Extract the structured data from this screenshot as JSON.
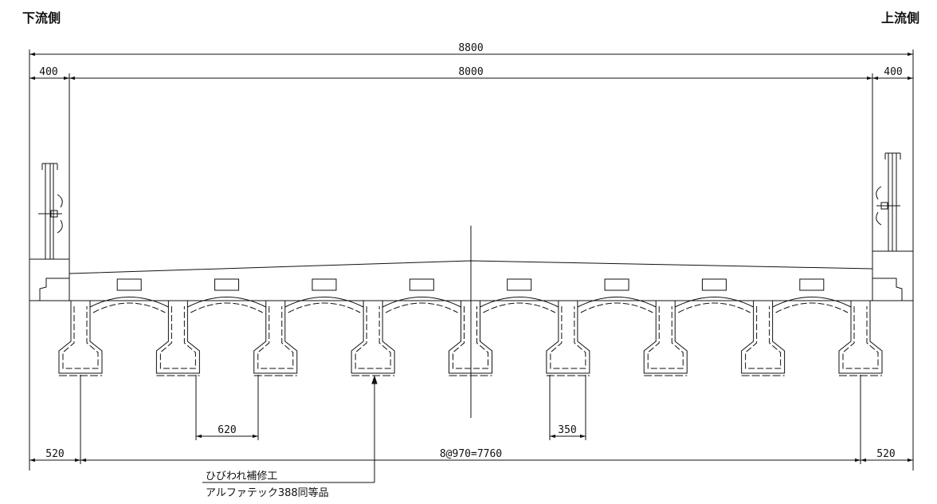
{
  "headers": {
    "left": "下流側",
    "right": "上流側"
  },
  "dimensions": {
    "overall": "8800",
    "inner": "8000",
    "left_overhang_top": "400",
    "right_overhang_top": "400",
    "flange_width": "620",
    "web_gap": "350",
    "left_overhang_bottom": "520",
    "right_overhang_bottom": "520",
    "girder_spacing": "8@970=7760"
  },
  "note": {
    "line1": "ひびわれ補修工",
    "line2": "アルファテック388同等品"
  },
  "girder_count": 9,
  "colors": {
    "line": "#111111"
  }
}
